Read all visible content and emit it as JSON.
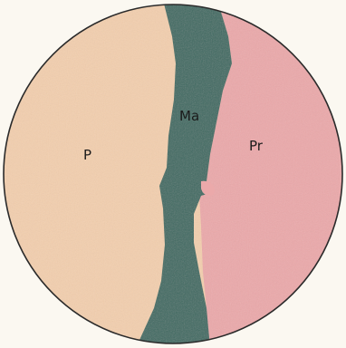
{
  "labels": {
    "left": "P",
    "center": "Ma",
    "right": "Pr"
  },
  "colors": {
    "background": "#fbf8f1",
    "left_region": "#f3cfae",
    "center_band": "#3c6a62",
    "right_region": "#eba9aa",
    "outline": "#2a2a2a"
  }
}
